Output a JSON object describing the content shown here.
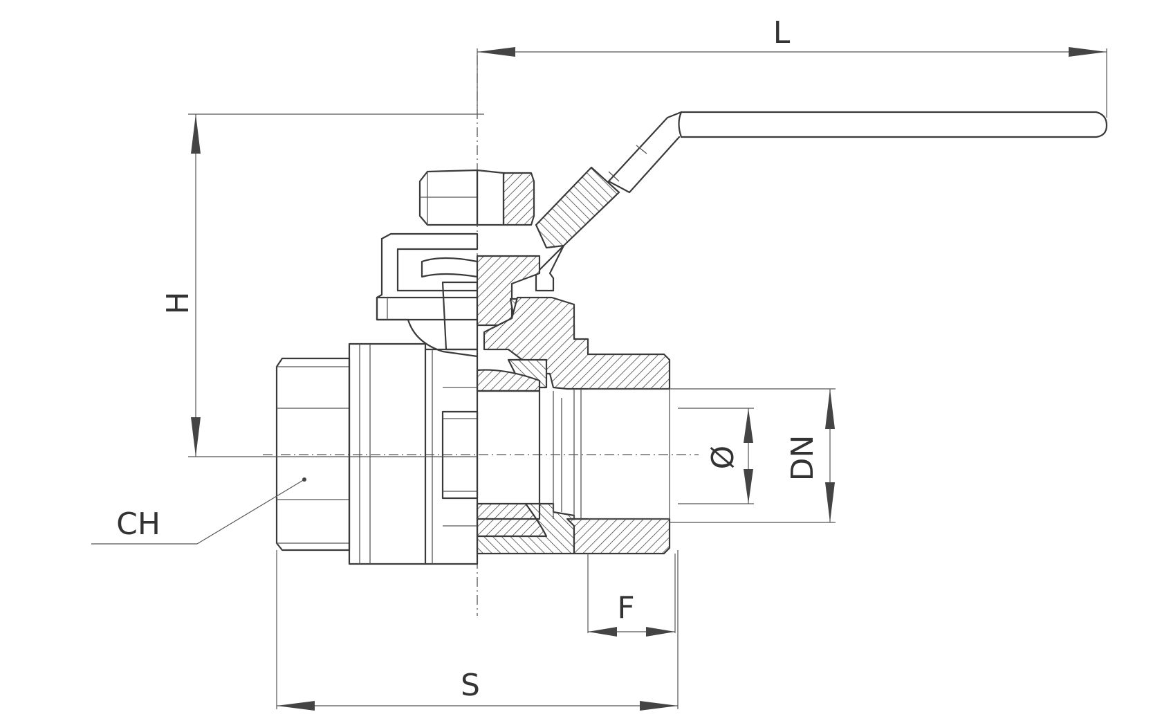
{
  "labels": {
    "L": "L",
    "H": "H",
    "CH": "CH",
    "diameter": "Ø",
    "DN": "DN",
    "F": "F",
    "S": "S"
  },
  "colors": {
    "line": "#3a3a3a",
    "background": "#ffffff"
  }
}
